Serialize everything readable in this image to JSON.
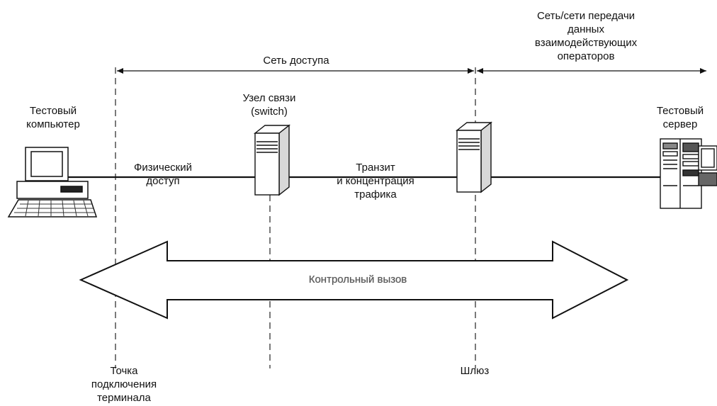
{
  "labels": {
    "test_computer": "Тестовый\nкомпьютер",
    "test_server": "Тестовый\nсервер",
    "access_network": "Сеть доступа",
    "operator_networks": "Сеть/сети передачи\nданных\nвзаимодействующих\nоператоров",
    "switch_node": "Узел связи\n(switch)",
    "physical_access": "Физический\nдоступ",
    "transit": "Транзит\nи концентрация\nтрафика",
    "test_call": "Контрольный вызов",
    "terminal_point": "Точка\nподключения\nтерминала",
    "gateway": "Шлюз"
  },
  "icons": {
    "computer": "desktop-computer-icon",
    "switch": "switch-server-icon",
    "gateway": "gateway-server-icon",
    "server": "server-rack-icon"
  },
  "colors": {
    "line": "#111111",
    "arrow_fill": "#ffffff",
    "server_shade": "#e6e6e6"
  }
}
